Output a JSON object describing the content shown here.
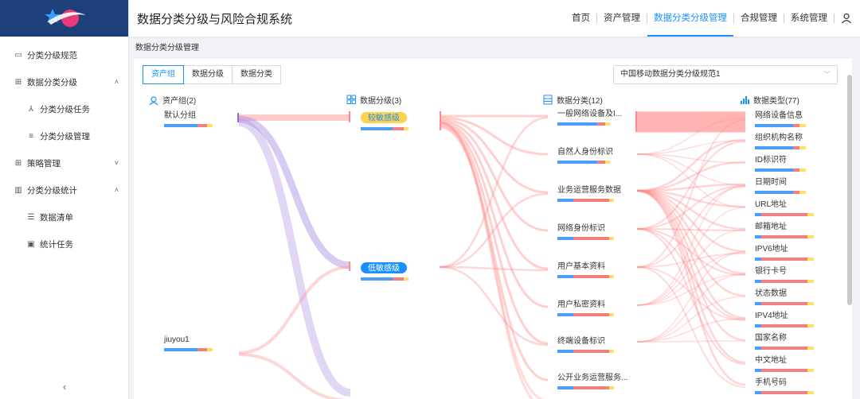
{
  "app": {
    "title": "数据分类分级与风险合规系统"
  },
  "nav": {
    "items": [
      "首页",
      "资产管理",
      "数据分类分级管理",
      "合规管理",
      "系统管理"
    ],
    "active_index": 2
  },
  "sidebar": {
    "items": [
      {
        "label": "分类分级规范",
        "icon": "book-icon"
      },
      {
        "label": "数据分类分级",
        "icon": "tree-icon",
        "arrow": "˄"
      },
      {
        "label": "分类分级任务",
        "icon": "network-icon",
        "sub": true
      },
      {
        "label": "分类分级管理",
        "icon": "list-icon",
        "sub": true
      },
      {
        "label": "策略管理",
        "icon": "tree-icon",
        "arrow": "˅"
      },
      {
        "label": "分类分级统计",
        "icon": "bar-chart-icon",
        "arrow": "˄"
      },
      {
        "label": "数据清单",
        "icon": "list-icon",
        "sub": true
      },
      {
        "label": "统计任务",
        "icon": "calendar-icon",
        "sub": true
      }
    ],
    "collapse": "‹"
  },
  "breadcrumb": "数据分类分级管理",
  "tabs": [
    "资产组",
    "数据分级",
    "数据分类"
  ],
  "active_tab": 0,
  "standard_select": {
    "value": "中国移动数据分类分级规范1"
  },
  "columns": [
    {
      "title": "资产组(2)",
      "icon": "user-group-icon"
    },
    {
      "title": "数据分级(3)",
      "icon": "grid-icon"
    },
    {
      "title": "数据分类(12)",
      "icon": "table-icon"
    },
    {
      "title": "数据类型(77)",
      "icon": "bar-chart-icon"
    }
  ],
  "asset_groups": [
    "默认分组",
    "jiuyou1"
  ],
  "levels": [
    {
      "label": "较敏感级",
      "color": "#ffd24d",
      "text_color": "#1890ff"
    },
    {
      "label": "低敏感级",
      "color": "#1890ff",
      "text_color": "#ffffff"
    }
  ],
  "categories": [
    "一般网络设备及I...",
    "自然人身份标识",
    "业务运营服务数据",
    "网络身份标识",
    "用户基本资料",
    "用户私密资料",
    "终端设备标识",
    "公开业务运营服务..."
  ],
  "data_types": [
    "网络设备信息",
    "组织机构名称",
    "ID标识符",
    "日期时间",
    "URL地址",
    "邮箱地址",
    "IPV6地址",
    "银行卡号",
    "状态数据",
    "IPV4地址",
    "国家名称",
    "中文地址",
    "手机号码"
  ],
  "colors": {
    "primary": "#1890ff",
    "flow": "#ff8a8a",
    "flow_purple": "#a98be0",
    "bar_blue": "#4a9df8",
    "bar_red": "#f08080",
    "bar_yellow": "#ffe066",
    "header_dark": "#1d3f7a"
  }
}
